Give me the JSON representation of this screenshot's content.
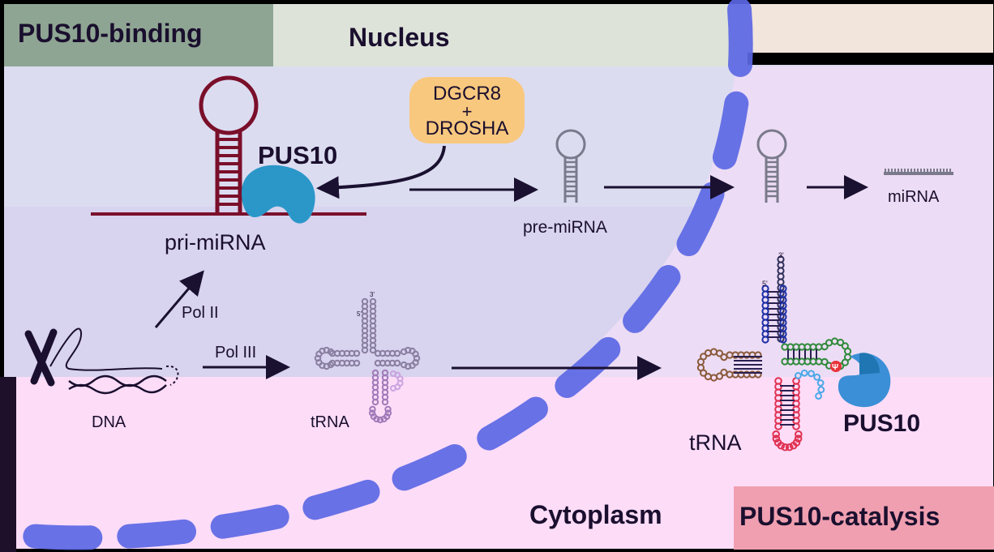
{
  "headers": {
    "binding": "PUS10-binding",
    "nucleus": "Nucleus",
    "cytoplasm": "Cytoplasm",
    "catalysis": "PUS10-catalysis"
  },
  "enzymes": {
    "dgcr8": "DGCR8",
    "plus": "+",
    "drosha": "DROSHA"
  },
  "labels": {
    "pus10_top": "PUS10",
    "pri_mirna": "pri-miRNA",
    "pre_mirna": "pre-miRNA",
    "mirna": "miRNA",
    "pol2": "Pol II",
    "pol3": "Pol III",
    "dna": "DNA",
    "trna_left": "tRNA",
    "trna_right": "tRNA",
    "pus10_bottom": "PUS10",
    "end3_small": "3'",
    "end5_small": "5'",
    "end3_big": "3'",
    "end5_big": "5'",
    "psi": "Ψ"
  },
  "colors": {
    "binding_bg": "#8fa593",
    "nucleus_header_bg": "#dee3da",
    "nucleus_bg": "#dcdcf1",
    "cytoplasm_bg": "#fddcf8",
    "catalysis_bg": "#f09fb0",
    "membrane": "#5b67e4",
    "pri_mirna": "#7a0f2a",
    "pus10": "#2b97c9",
    "enzyme_bg": "#f8c87e",
    "arrow": "#1a1030"
  },
  "icons": [
    "chromosome-icon",
    "pus10-protein-icon",
    "hairpin-icon",
    "trna-cloverleaf-icon"
  ]
}
